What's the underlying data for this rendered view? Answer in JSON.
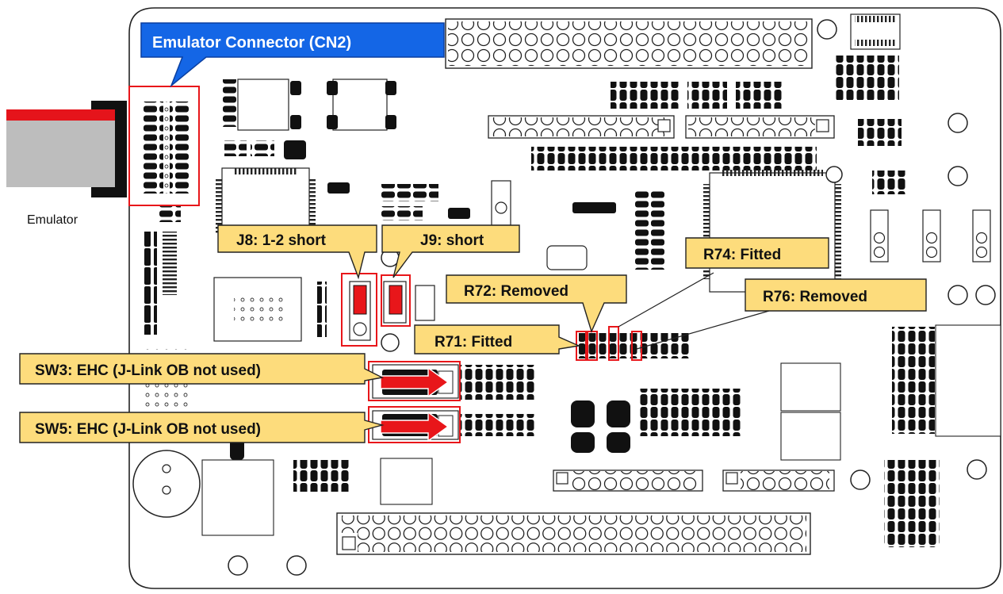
{
  "emulator": {
    "label": "Emulator"
  },
  "callouts": {
    "cn2": "Emulator Connector (CN2)",
    "j8": "J8: 1-2 short",
    "j9": "J9: short",
    "r74": "R74: Fitted",
    "r72": "R72: Removed",
    "r76": "R76: Removed",
    "r71": "R71: Fitted",
    "sw3": "SW3: EHC (J-Link OB not used)",
    "sw5": "SW5: EHC (J-Link OB not used)"
  },
  "colors": {
    "callout_blue": "#1466e6",
    "callout_yellow": "#fddc7c",
    "highlight_red": "#e8161a",
    "component_black": "#111111",
    "emulator_gray": "#bdbdbd",
    "emulator_red": "#e5141b"
  }
}
